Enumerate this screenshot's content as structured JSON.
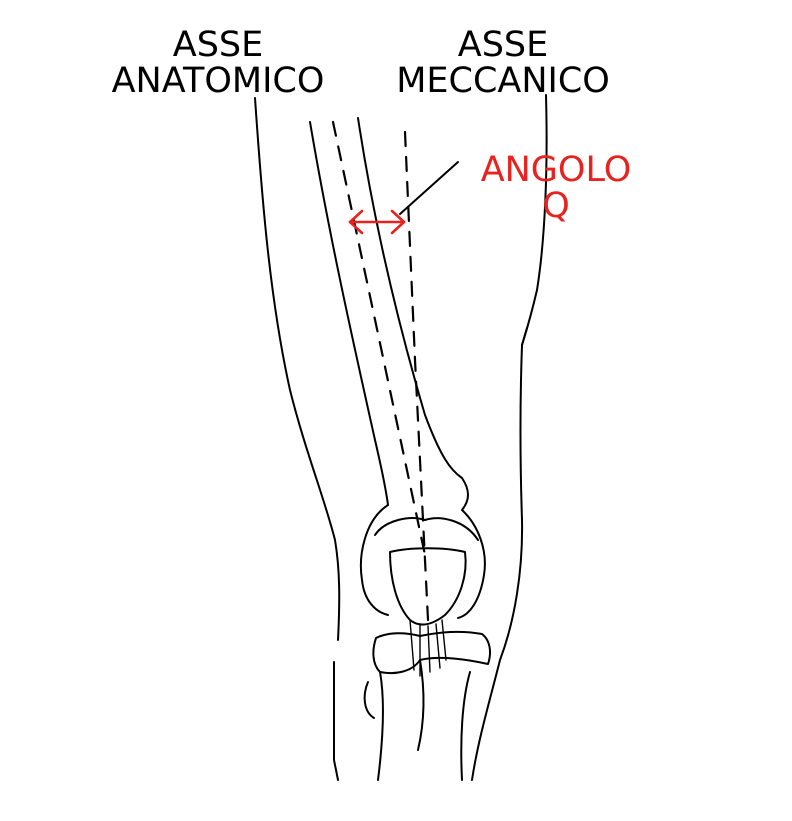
{
  "labels": {
    "anatomical_axis": {
      "line1": "ASSE",
      "line2": "ANATOMICO"
    },
    "mechanical_axis": {
      "line1": "ASSE",
      "line2": "MECCANICO"
    },
    "q_angle": {
      "line1": "ANGOLO",
      "line2": "Q"
    }
  },
  "colors": {
    "ink": "#000000",
    "highlight": "#e8221e",
    "background": "#ffffff"
  }
}
